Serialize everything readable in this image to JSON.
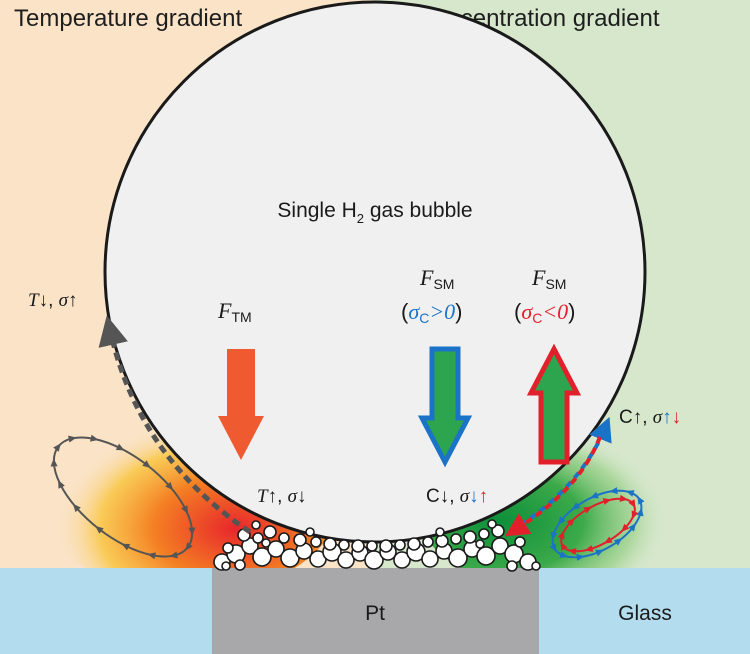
{
  "panels": {
    "left_title": "Temperature gradient",
    "right_title": "Ion concentration gradient"
  },
  "bubble": {
    "label": "Single H",
    "label_sub": "2",
    "label_rest": " gas bubble"
  },
  "forces": {
    "tm": {
      "symbol": "F",
      "sub": "TM"
    },
    "sm_pos": {
      "symbol": "F",
      "sub": "SM",
      "cond_sym": "σ",
      "cond_sub": "C",
      "cond_rel": ">0",
      "open": "(",
      "close": ")"
    },
    "sm_neg": {
      "symbol": "F",
      "sub": "SM",
      "cond_sym": "σ",
      "cond_sub": "C",
      "cond_rel": "<0",
      "open": "(",
      "close": ")"
    }
  },
  "annotations": {
    "top_left": {
      "a": "T",
      "a_arrow": "↓",
      "sep": ", ",
      "b": "σ",
      "b_arrow": "↑"
    },
    "bottom_mid_left": {
      "a": "T",
      "a_arrow": "↑",
      "sep": ", ",
      "b": "σ",
      "b_arrow": "↓"
    },
    "bottom_mid_right": {
      "a": "C",
      "a_arrow": "↓",
      "sep": ", ",
      "b": "σ",
      "up": "↑",
      "down": "↓"
    },
    "right": {
      "a": "C",
      "a_arrow": "↑",
      "sep": ", ",
      "b": "σ",
      "up": "↑",
      "down": "↓"
    }
  },
  "substrate": {
    "electrode": "Pt",
    "glass": "Glass"
  },
  "colors": {
    "left_bg": "#fae3c7",
    "right_bg": "#d6e7cc",
    "glass": "#b3dcee",
    "pt": "#a8a8aa",
    "bubble_fill": "#f0f0f0",
    "tm_arrow": "#f05a31",
    "sm_fill": "#2da44e",
    "blue": "#1a73c7",
    "red": "#e2202c",
    "loop_gray": "#555555"
  }
}
